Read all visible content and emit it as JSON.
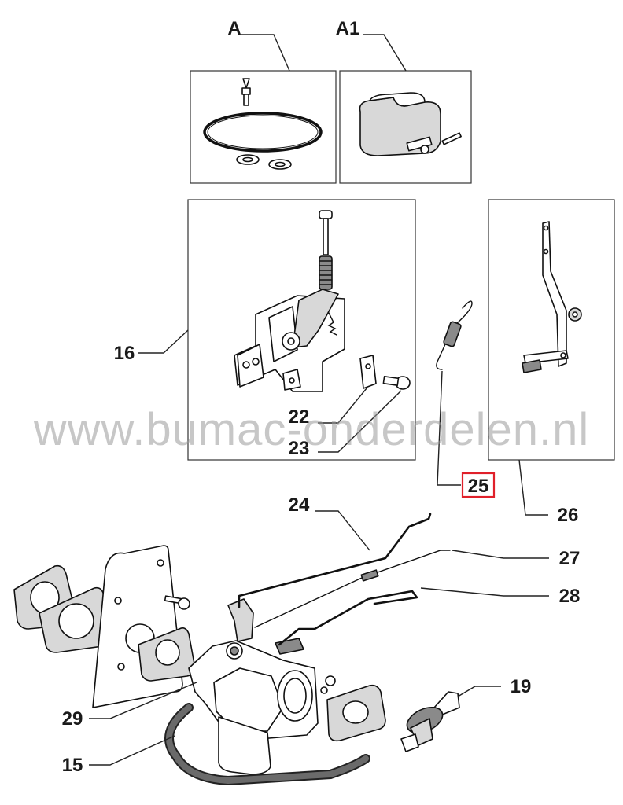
{
  "watermark": "www.bumac-onderdelen.nl",
  "labels": {
    "A": "A",
    "A1": "A1",
    "p16": "16",
    "p22": "22",
    "p23": "23",
    "p25": "25",
    "p26": "26",
    "p24": "24",
    "p27": "27",
    "p28": "28",
    "p19": "19",
    "p29": "29",
    "p15": "15"
  },
  "colors": {
    "highlight": "#e0202a",
    "line": "#222222",
    "watermark": "#9a9a9a"
  },
  "icons": {
    "kit_a": "gasket-kit-illustration",
    "kit_a1": "float-clamp-illustration",
    "part_16": "governor-bracket-illustration",
    "part_25": "spring-illustration",
    "part_26": "lever-illustration",
    "part_15": "fuel-hose-illustration",
    "part_19": "fuel-filter-illustration",
    "part_29": "carburetor-illustration"
  }
}
